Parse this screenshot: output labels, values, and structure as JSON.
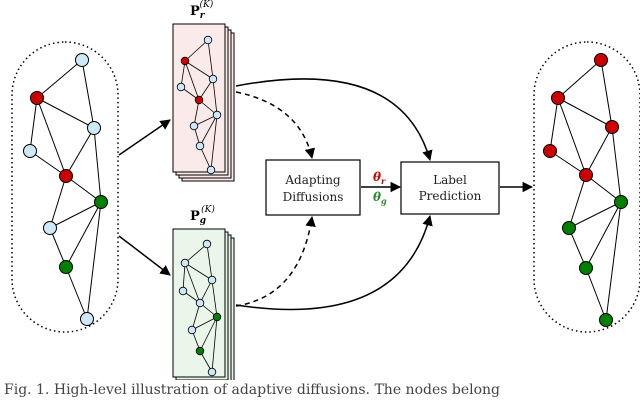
{
  "labels": {
    "pr_base": "P",
    "pr_sub": "r",
    "pr_sup": "(K)",
    "pg_base": "P",
    "pg_sub": "g",
    "pg_sup": "(K)",
    "adapt_line1": "Adapting",
    "adapt_line2": "Diffusions",
    "label_line1": "Label",
    "label_line2": "Prediction",
    "theta_r": "θ",
    "theta_r_sub": "r",
    "theta_g": "θ",
    "theta_g_sub": "g"
  },
  "caption": "Fig. 1.   High-level illustration of adaptive diffusions. The nodes belong",
  "colors": {
    "red": "#cc0000",
    "green": "#008000",
    "light_blue": "#cde8f6",
    "red_panel": "#fbeaea",
    "green_panel": "#e9f6e9",
    "theta_r": "#cc0000",
    "theta_g": "#2a8a2a"
  }
}
